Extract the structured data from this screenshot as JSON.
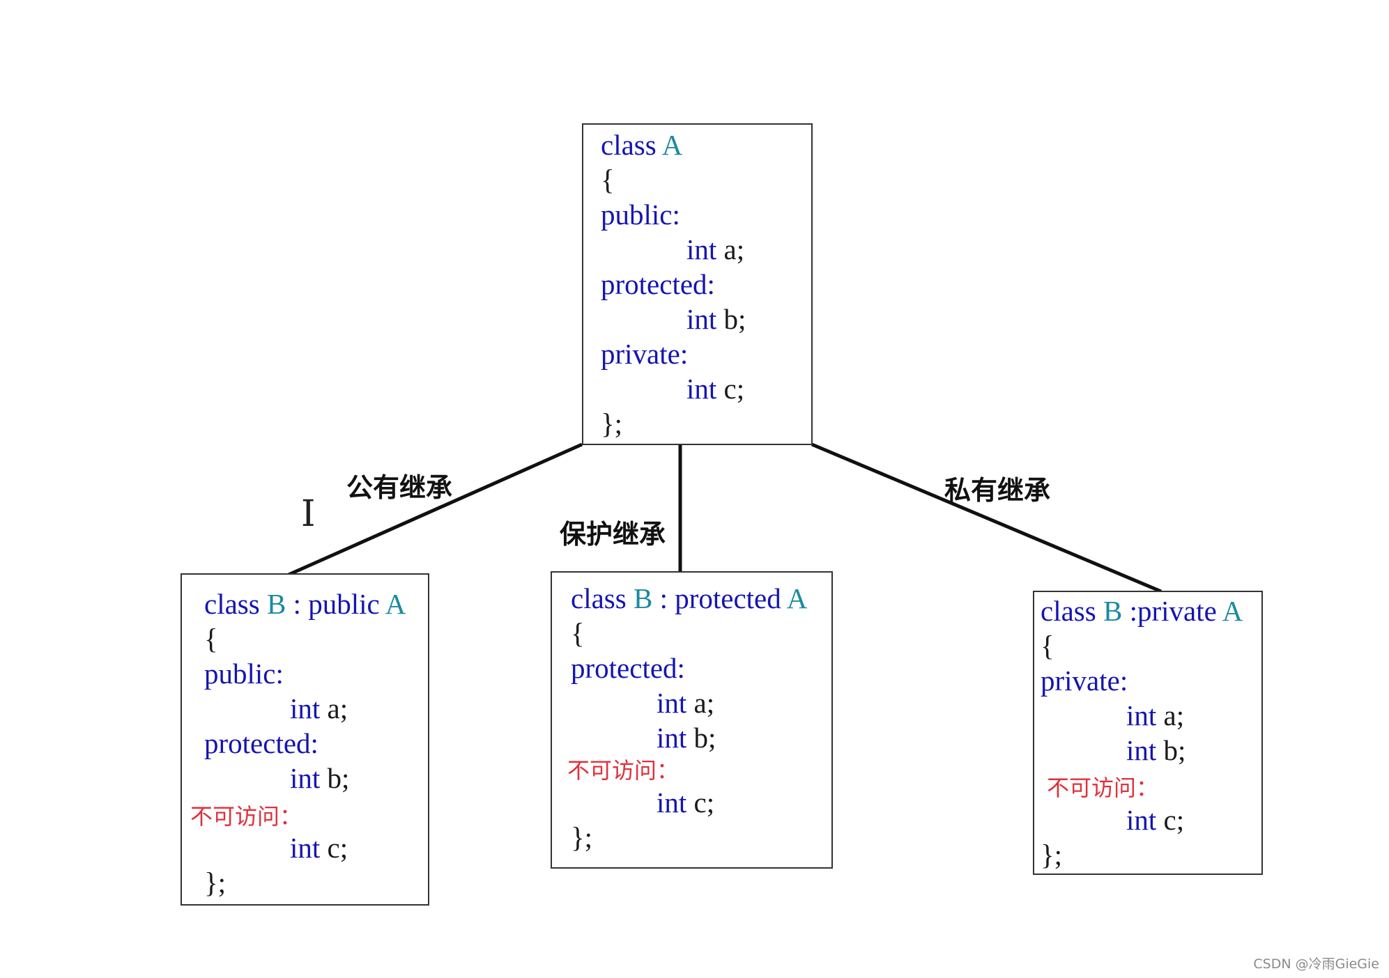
{
  "base_class": {
    "kw_class": "class",
    "name": "A",
    "open": "{",
    "access1": "public:",
    "m1_type": "int",
    "m1_var": "a;",
    "access2": "protected:",
    "m2_type": "int",
    "m2_var": "b;",
    "access3": "private:",
    "m3_type": "int",
    "m3_var": "c;",
    "close": "};"
  },
  "edges": {
    "public": "公有继承",
    "protected": "保护继承",
    "private": "私有继承"
  },
  "derived_public": {
    "kw_class": "class",
    "name": "B",
    "sep": ":",
    "mode": "public",
    "base": "A",
    "open": "{",
    "access1": "public:",
    "m1_type": "int",
    "m1_var": "a;",
    "access2": "protected:",
    "m2_type": "int",
    "m2_var": "b;",
    "inaccessible": "不可访问：",
    "m3_type": "int",
    "m3_var": "c;",
    "close": "};"
  },
  "derived_protected": {
    "kw_class": "class",
    "name": "B",
    "sep": ":",
    "mode": "protected",
    "base": "A",
    "open": "{",
    "access1": "protected:",
    "m1_type": "int",
    "m1_var": "a;",
    "m2_type": "int",
    "m2_var": "b;",
    "inaccessible": "不可访问：",
    "m3_type": "int",
    "m3_var": "c;",
    "close": "};"
  },
  "derived_private": {
    "kw_class": "class",
    "name": "B",
    "sep": ":private",
    "base": "A",
    "open": "{",
    "access1": "private:",
    "m1_type": "int",
    "m1_var": "a;",
    "m2_type": "int",
    "m2_var": "b;",
    "inaccessible": "不可访问：",
    "m3_type": "int",
    "m3_var": "c;",
    "close": "};"
  },
  "cursor": "I",
  "watermark": "CSDN @冷雨GieGie"
}
